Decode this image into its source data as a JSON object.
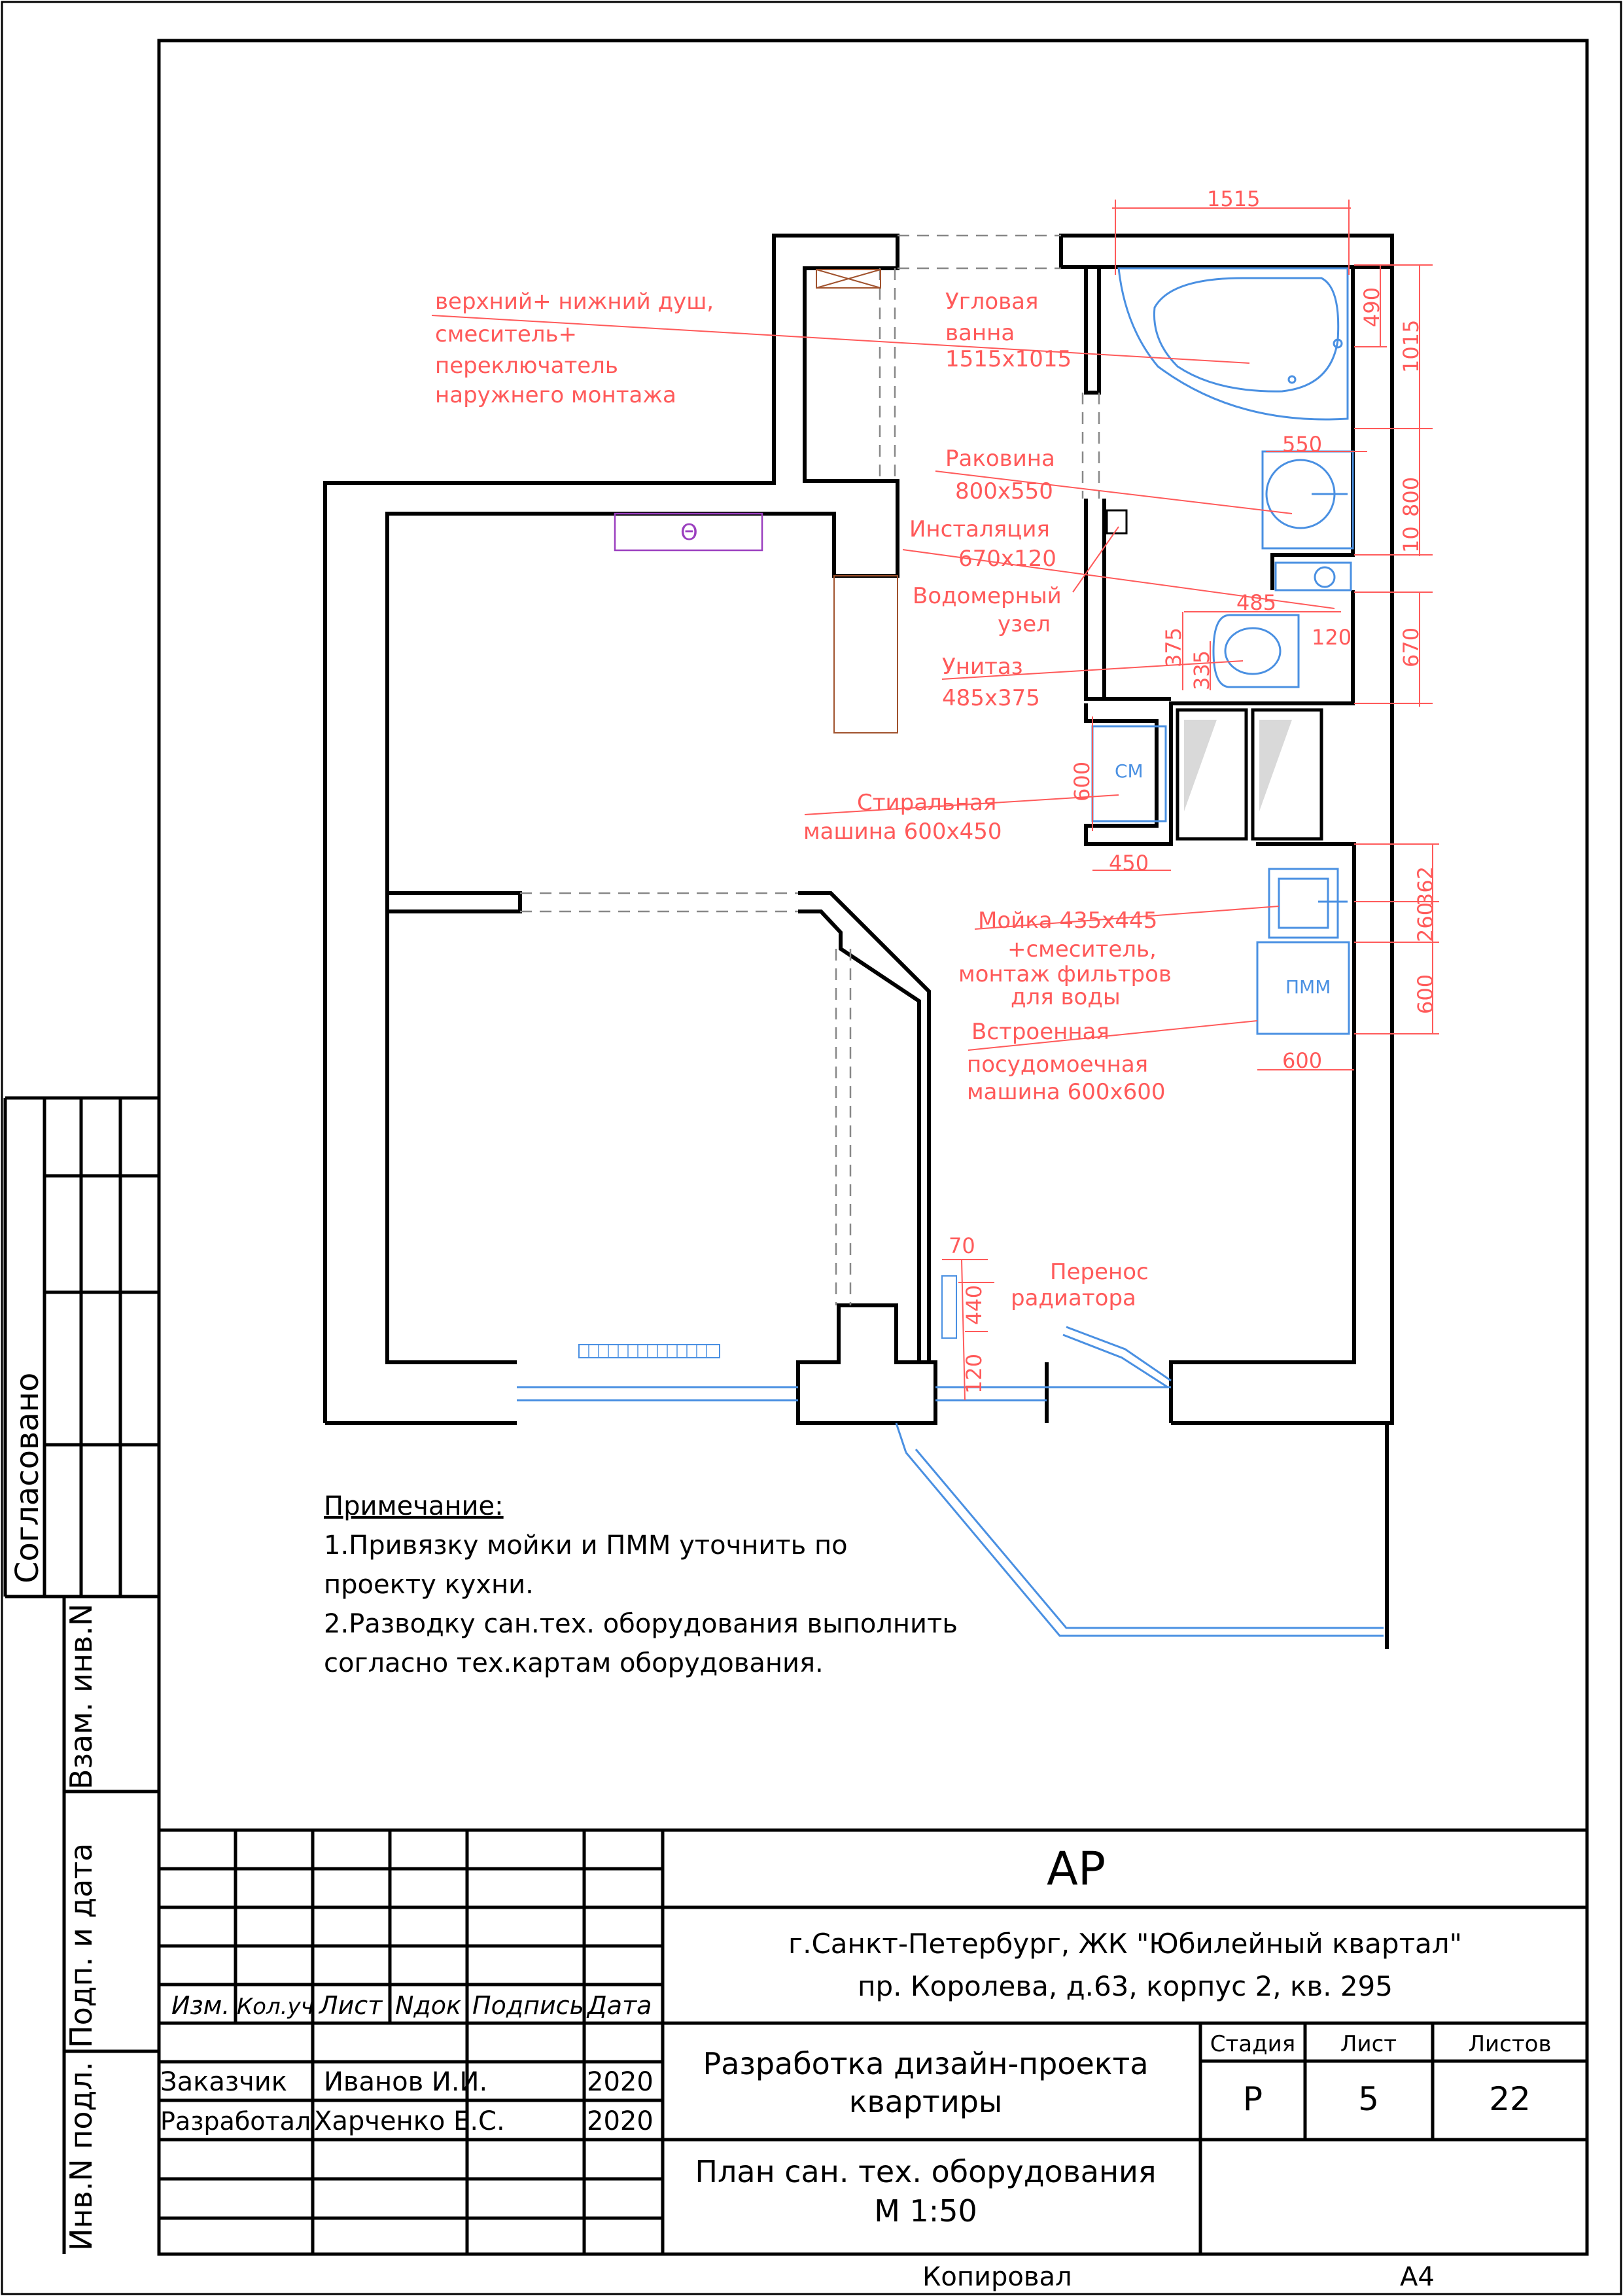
{
  "colors": {
    "wall": "#000000",
    "annotation": "#ff5a5a",
    "fixture": "#4a90e2",
    "partition": "#888888",
    "purple": "#9b3fbf",
    "furniture": "#a0522d"
  },
  "annotations": {
    "shower": [
      "верхний+ нижний душ,",
      "смеситель+",
      "переключатель",
      "наружнего монтажа"
    ],
    "bath": [
      "Угловая",
      "ванна",
      "1515x1015"
    ],
    "sink": [
      "Раковина",
      "800x550"
    ],
    "installation": [
      "Инсталяция",
      "670x120"
    ],
    "meter": [
      "Водомерный",
      "узел"
    ],
    "toilet": [
      "Унитаз",
      "485x375"
    ],
    "washer": [
      "Стиральная",
      "машина 600x450"
    ],
    "kitchen_sink": [
      "Мойка 435x445",
      "+смеситель,",
      "монтаж фильтров",
      "для воды"
    ],
    "dishwasher": [
      "Встроенная",
      "посудомоечная",
      "машина 600x600"
    ],
    "radiator": [
      "Перенос",
      "радиатора"
    ]
  },
  "dimensions": {
    "bath_w": "1515",
    "bath_490": "490",
    "bath_1015": "1015",
    "sink_550": "550",
    "sink_800": "800",
    "gap_10": "10",
    "inst_485": "485",
    "inst_120": "120",
    "inst_670": "670",
    "toilet_375": "375",
    "toilet_335": "335",
    "washer_600": "600",
    "washer_450": "450",
    "mojka_362": "362",
    "mojka_260": "260",
    "pmm_600v": "600",
    "pmm_600h": "600",
    "rad_70": "70",
    "rad_440": "440",
    "rad_120": "120"
  },
  "symbols": {
    "washer_label": "СМ",
    "dishwasher_label": "ПММ",
    "hood_symbol": "Θ"
  },
  "notes": {
    "title": "Примечание:",
    "lines": [
      "1.Привязку мойки и ПММ уточнить по",
      "проекту кухни.",
      "2.Разводку сан.тех. оборудования выполнить",
      "согласно тех.картам оборудования."
    ]
  },
  "side_stamp": {
    "agreed": "Согласовано",
    "vzam": "Взам. инв.N",
    "podp": "Подп. и дата",
    "inv": "Инв.N подл."
  },
  "title_block": {
    "headers": [
      "Изм.",
      "Кол.уч",
      "Лист",
      "Nдок",
      "Подпись",
      "Дата"
    ],
    "customer_role": "Заказчик",
    "customer_name": "Иванов И.И.",
    "customer_year": "2020",
    "developer_role": "Разработал",
    "developer_name": "Харченко Е.С.",
    "developer_year": "2020",
    "code": "АР",
    "address_line1": "г.Санкт-Петербург, ЖК \"Юбилейный квартал\"",
    "address_line2": "пр. Королева, д.63, корпус 2, кв. 295",
    "project_line1": "Разработка дизайн-проекта",
    "project_line2": "квартиры",
    "sheet_line1": "План сан. тех. оборудования",
    "sheet_line2": "М 1:50",
    "stage_label": "Стадия",
    "sheet_label": "Лист",
    "sheets_label": "Листов",
    "stage_value": "Р",
    "sheet_value": "5",
    "sheets_value": "22"
  },
  "footer": {
    "copied": "Копировал",
    "format": "А4"
  }
}
